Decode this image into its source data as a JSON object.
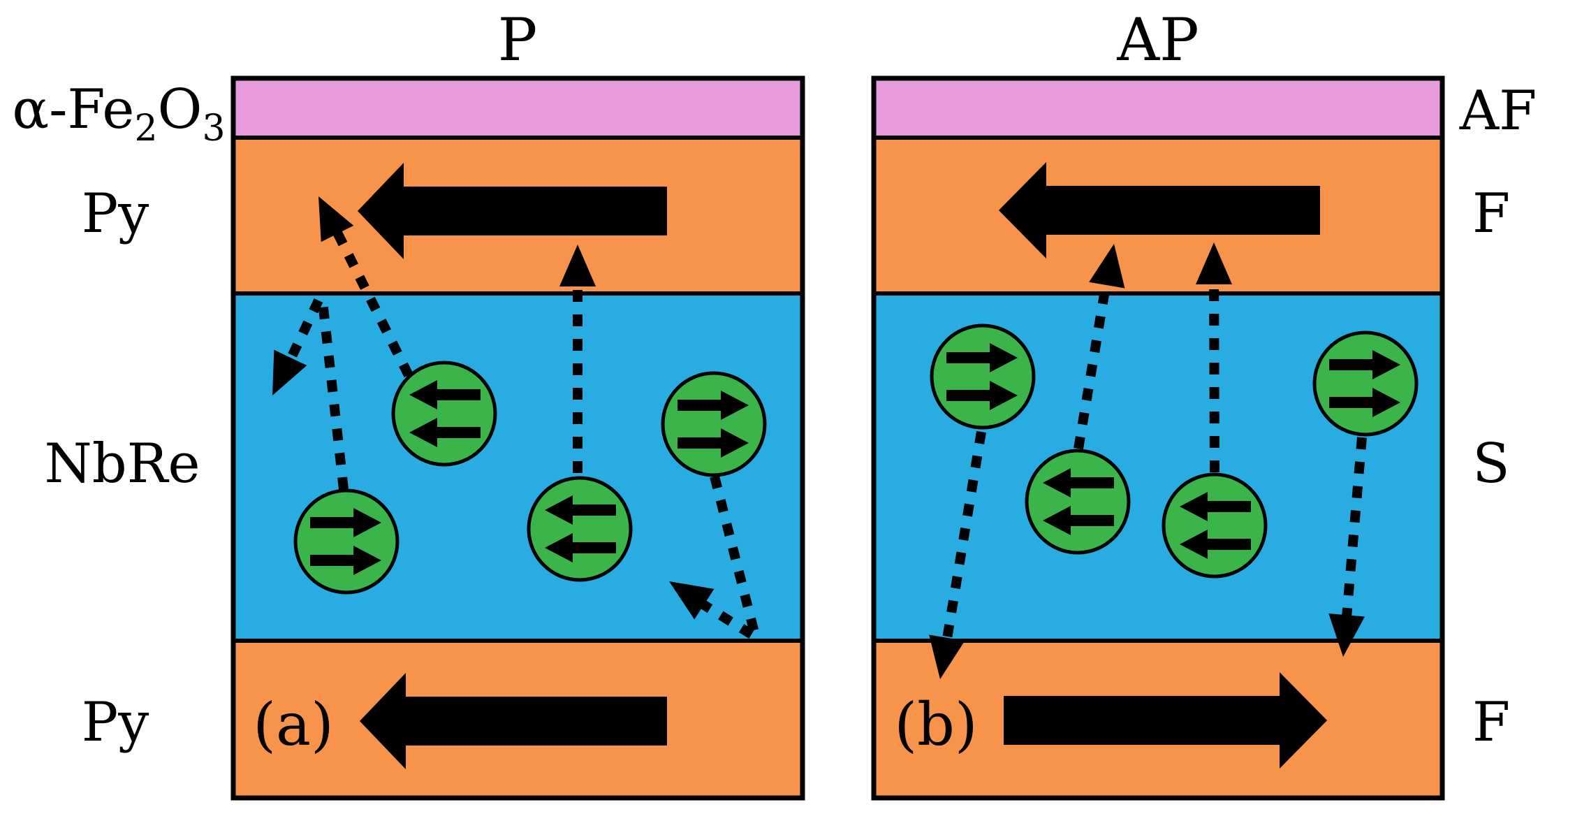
{
  "figure": {
    "description": "Spin-valve stack schematic with parallel and antiparallel magnetization states",
    "titles": {
      "left": "P",
      "right": "AP"
    },
    "panel_tags": {
      "left": "(a)",
      "right": "(b)"
    },
    "left_labels": {
      "af_pre": "α-Fe",
      "af_sub1": "2",
      "af_mid": "O",
      "af_sub2": "3",
      "f_top": "Py",
      "s": "NbRe",
      "f_bottom": "Py"
    },
    "right_labels": {
      "af": "AF",
      "f_top": "F",
      "s": "S",
      "f_bottom": "F"
    },
    "magnetization": {
      "p_top": "left",
      "p_bottom": "left",
      "ap_top": "left",
      "ap_bottom": "right"
    },
    "cooper_pairs": {
      "p_panel": [
        "left",
        "right",
        "left",
        "right"
      ],
      "ap_panel": [
        "right",
        "left",
        "left",
        "right"
      ]
    },
    "colors": {
      "antiferromagnet": "#e79bdc",
      "ferromagnet": "#f7934b",
      "superconductor": "#29ace2",
      "cooper_pair": "#3bb54a",
      "arrow": "#000000",
      "outline": "#000000",
      "background": "#ffffff"
    }
  }
}
